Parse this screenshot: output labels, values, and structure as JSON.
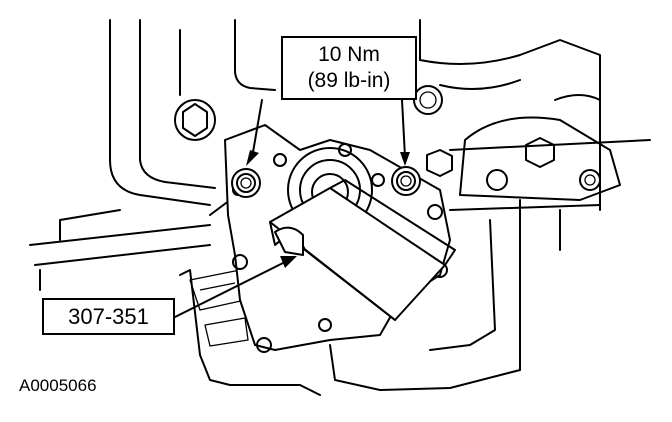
{
  "callouts": {
    "torque_line1": "10 Nm",
    "torque_line2": "(89 lb-in)",
    "tool_number": "307-351"
  },
  "figure_id": "A0005066",
  "colors": {
    "line": "#000000",
    "background": "#ffffff"
  }
}
